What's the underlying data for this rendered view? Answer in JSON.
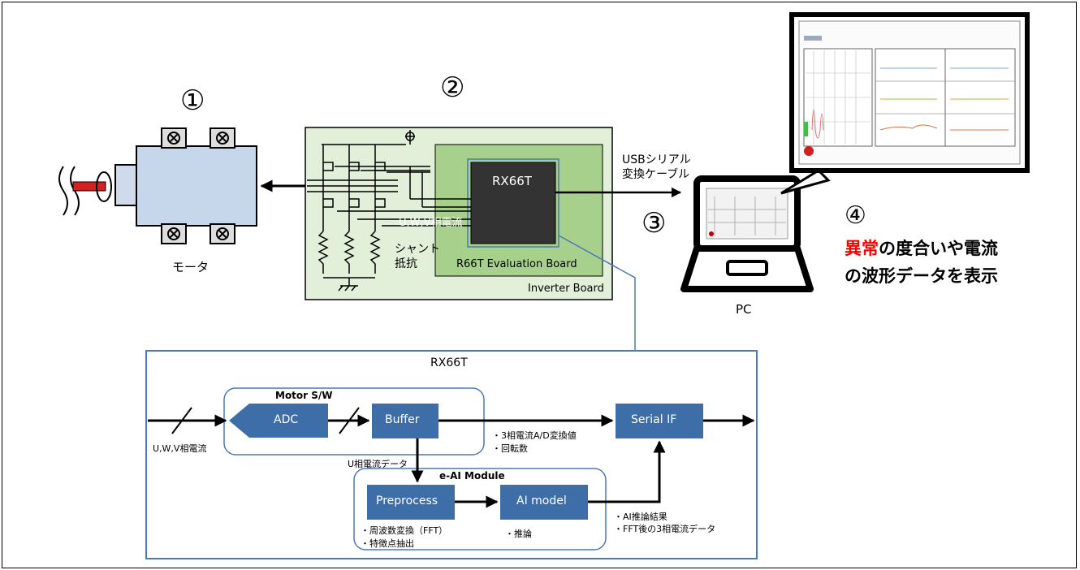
{
  "markers": {
    "m1": "①",
    "m2": "②",
    "m3": "③",
    "m4": "④"
  },
  "motor": {
    "label": "モータ"
  },
  "inverter": {
    "board_label": "Inverter Board",
    "eval_label": "R66T Evaluation Board",
    "chip_label": "RX66T",
    "phase_current": "U,W,V相電流",
    "shunt_line1": "シャント",
    "shunt_line2": "抵抗"
  },
  "usb": {
    "line1": "USBシリアル",
    "line2": "変換ケーブル"
  },
  "pc": {
    "label": "PC"
  },
  "note": {
    "highlight": "異常",
    "line1_rest": "の度合いや電流",
    "line2": "の波形データを表示"
  },
  "colors": {
    "highlight": "#ff0000",
    "block_fill": "#3e6ea8",
    "chip": "#333333",
    "board_outer": "#e2efd9",
    "board_inner": "#a8d08d",
    "frame_blue": "#4a78b8"
  },
  "block": {
    "title": "RX66T",
    "motor_sw": "Motor S/W",
    "adc": "ADC",
    "buffer": "Buffer",
    "serial_if": "Serial IF",
    "eai_module": "e-AI Module",
    "preprocess": "Preprocess",
    "ai_model": "AI model",
    "input_label": "U,W,V相電流",
    "u_current": "U相電流データ",
    "buffer_out1": "・3相電流A/D変換値",
    "buffer_out2": "・回転数",
    "pre_note1": "・周波数変換（FFT）",
    "pre_note2": "・特徴点抽出",
    "ai_note": "・推論",
    "result1": "・AI推論結果",
    "result2": "・FFT後の3相電流データ"
  }
}
